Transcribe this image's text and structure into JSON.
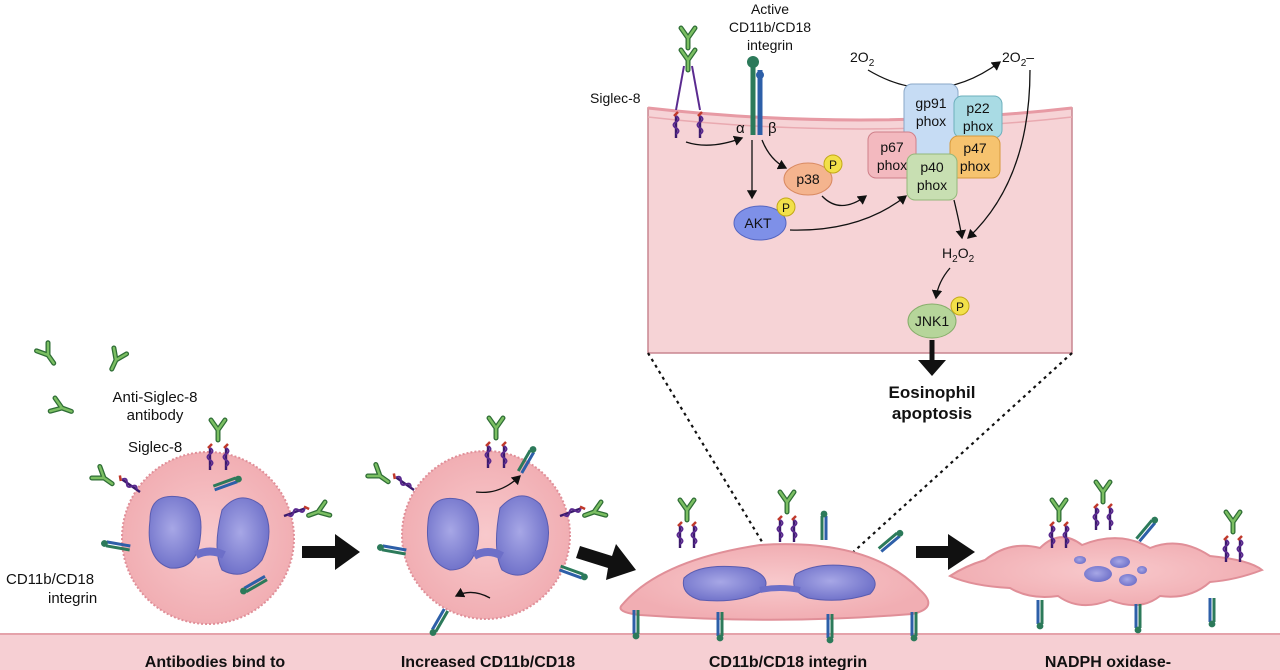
{
  "zoom": {
    "siglec_label": "Siglec-8",
    "integrin_label_line1": "Active",
    "integrin_label_line2": "CD11b/CD18",
    "integrin_label_line3": "integrin",
    "alpha": "α",
    "beta": "β",
    "o2_label": "2O",
    "o2_sub": "2",
    "superoxide_label": "2O",
    "superoxide_sub": "2",
    "superoxide_sup": "–",
    "h2o2_h": "H",
    "h2o2_sub1": "2",
    "h2o2_o": "O",
    "h2o2_sub2": "2",
    "phosphate": "P",
    "nodes": {
      "gp91": [
        "gp91",
        "phox"
      ],
      "p22": [
        "p22",
        "phox"
      ],
      "p67": [
        "p67",
        "phox"
      ],
      "p47": [
        "p47",
        "phox"
      ],
      "p40": [
        "p40",
        "phox"
      ],
      "p38": "p38",
      "akt": "AKT",
      "jnk1": "JNK1"
    },
    "outcome": [
      "Eosinophil",
      "apoptosis"
    ],
    "colors": {
      "membrane": "#f6cfd3",
      "gp91": "#c6dcf4",
      "p22": "#a9dbe4",
      "p67": "#f3b9bf",
      "p47": "#f6c36f",
      "p40": "#c8dfb2",
      "p38": "#f4b48e",
      "akt": "#7e90e8",
      "jnk1": "#b6d59a",
      "phosphate": "#f2e04a"
    }
  },
  "labels": {
    "antibody": [
      "Anti-Siglec-8",
      "antibody"
    ],
    "siglec": "Siglec-8",
    "integrin": [
      "CD11b/CD18",
      "integrin"
    ]
  },
  "steps": [
    "Antibodies bind to",
    "Increased CD11b/CD18",
    "CD11b/CD18 integrin",
    "NADPH oxidase-"
  ]
}
